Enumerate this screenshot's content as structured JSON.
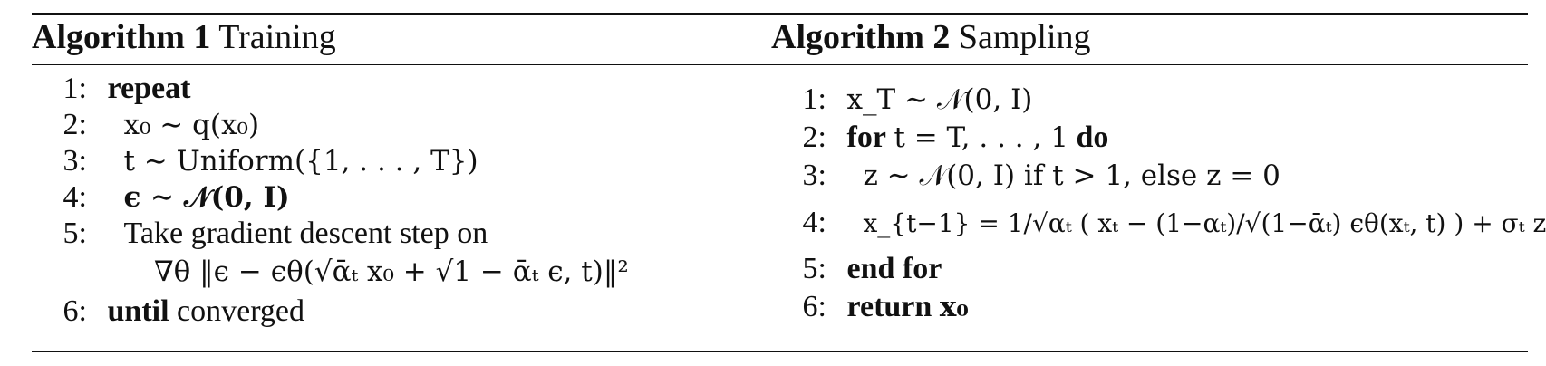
{
  "algorithms": [
    {
      "label": "Algorithm 1",
      "title": "Training",
      "lines": [
        {
          "n": "1:",
          "kw": "repeat"
        },
        {
          "n": "2:",
          "text": "x₀ ∼ q(x₀)"
        },
        {
          "n": "3:",
          "text": "t ∼ Uniform({1, . . . , T})"
        },
        {
          "n": "4:",
          "text": "ϵ ∼ 𝒩(0, I)"
        },
        {
          "n": "5:",
          "text": "Take gradient descent step on"
        },
        {
          "n": "",
          "text": "∇θ ‖ϵ − ϵθ(√ᾱₜ x₀ + √1 − ᾱₜ ϵ, t)‖²"
        },
        {
          "n": "6:",
          "kw": "until",
          "text": "converged"
        }
      ]
    },
    {
      "label": "Algorithm 2",
      "title": "Sampling",
      "lines": [
        {
          "n": "1:",
          "text": "x_T ∼ 𝒩(0, I)"
        },
        {
          "n": "2:",
          "kw": "for",
          "text": "t = T, . . . , 1",
          "kw2": "do"
        },
        {
          "n": "3:",
          "text": "z ∼ 𝒩(0, I) if t > 1, else z = 0"
        },
        {
          "n": "4:",
          "text": "x_{t−1} = 1/√αₜ ( xₜ − (1−αₜ)/√(1−ᾱₜ) ϵθ(xₜ, t) ) + σₜ z"
        },
        {
          "n": "5:",
          "kw": "end for"
        },
        {
          "n": "6:",
          "kw": "return",
          "text": "x₀"
        }
      ]
    }
  ]
}
